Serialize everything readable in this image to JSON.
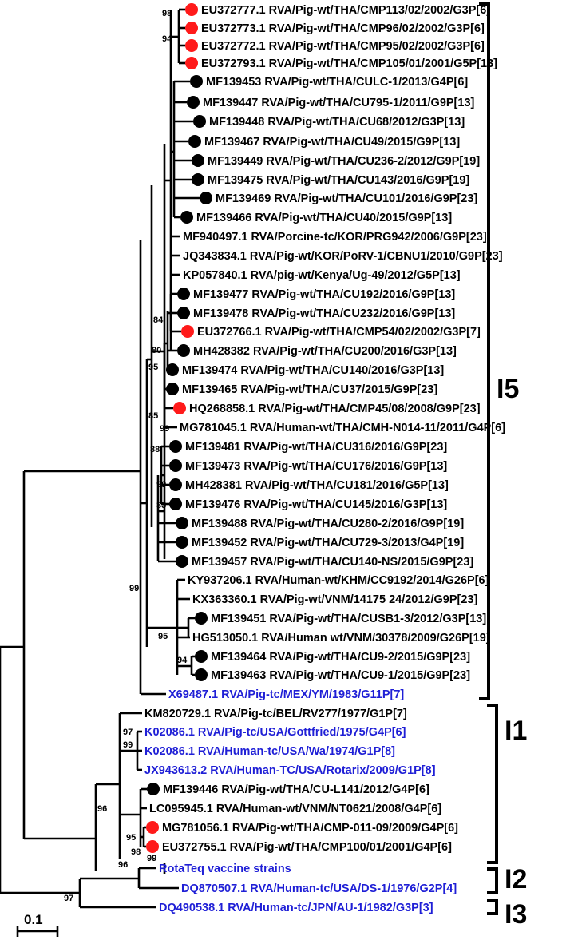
{
  "taxa": [
    {
      "label": "EU372777.1 RVA/Pig-wt/THA/CMP113/02/2002/G3P[6]",
      "marker": "red",
      "color": "black"
    },
    {
      "label": "EU372773.1 RVA/Pig-wt/THA/CMP96/02/2002/G3P[6]",
      "marker": "red",
      "color": "black"
    },
    {
      "label": "EU372772.1 RVA/Pig-wt/THA/CMP95/02/2002/G3P[6]",
      "marker": "red",
      "color": "black"
    },
    {
      "label": "EU372793.1 RVA/Pig-wt/THA/CMP105/01/2001/G5P[13]",
      "marker": "red",
      "color": "black"
    },
    {
      "label": "MF139453 RVA/Pig-wt/THA/CULC-1/2013/G4P[6]",
      "marker": "black",
      "color": "black"
    },
    {
      "label": "MF139447 RVA/Pig-wt/THA/CU795-1/2011/G9P[13]",
      "marker": "black",
      "color": "black"
    },
    {
      "label": "MF139448 RVA/Pig-wt/THA/CU68/2012/G3P[13]",
      "marker": "black",
      "color": "black"
    },
    {
      "label": "MF139467 RVA/Pig-wt/THA/CU49/2015/G9P[13]",
      "marker": "black",
      "color": "black"
    },
    {
      "label": "MF139449 RVA/Pig-wt/THA/CU236-2/2012/G9P[19]",
      "marker": "black",
      "color": "black"
    },
    {
      "label": "MF139475 RVA/Pig-wt/THA/CU143/2016/G9P[19]",
      "marker": "black",
      "color": "black"
    },
    {
      "label": "MF139469 RVA/Pig-wt/THA/CU101/2016/G9P[23]",
      "marker": "black",
      "color": "black"
    },
    {
      "label": "MF139466 RVA/Pig-wt/THA/CU40/2015/G9P[13]",
      "marker": "black",
      "color": "black"
    },
    {
      "label": "MF940497.1 RVA/Porcine-tc/KOR/PRG942/2006/G9P[23]",
      "marker": "none",
      "color": "black"
    },
    {
      "label": "JQ343834.1 RVA/Pig-wt/KOR/PoRV-1/CBNU1/2010/G9P[23]",
      "marker": "none",
      "color": "black"
    },
    {
      "label": "KP057840.1 RVA/pig-wt/Kenya/Ug-49/2012/G5P[13]",
      "marker": "none",
      "color": "black"
    },
    {
      "label": "MF139477 RVA/Pig-wt/THA/CU192/2016/G9P[13]",
      "marker": "black",
      "color": "black"
    },
    {
      "label": "MF139478 RVA/Pig-wt/THA/CU232/2016/G9P[13]",
      "marker": "black",
      "color": "black"
    },
    {
      "label": "EU372766.1 RVA/Pig-wt/THA/CMP54/02/2002/G3P[7]",
      "marker": "red",
      "color": "black"
    },
    {
      "label": "MH428382 RVA/Pig-wt/THA/CU200/2016/G3P[13]",
      "marker": "black",
      "color": "black"
    },
    {
      "label": "MF139474 RVA/Pig-wt/THA/CU140/2016/G3P[13]",
      "marker": "black",
      "color": "black"
    },
    {
      "label": "MF139465 RVA/Pig-wt/THA/CU37/2015/G9P[23]",
      "marker": "black",
      "color": "black"
    },
    {
      "label": "HQ268858.1 RVA/Pig-wt/THA/CMP45/08/2008/G9P[23]",
      "marker": "red",
      "color": "black"
    },
    {
      "label": "MG781045.1 RVA/Human-wt/THA/CMH-N014-11/2011/G4P[6]",
      "marker": "none",
      "color": "black"
    },
    {
      "label": "MF139481 RVA/Pig-wt/THA/CU316/2016/G9P[23]",
      "marker": "black",
      "color": "black"
    },
    {
      "label": "MF139473 RVA/Pig-wt/THA/CU176/2016/G9P[13]",
      "marker": "black",
      "color": "black"
    },
    {
      "label": "MH428381 RVA/Pig-wt/THA/CU181/2016/G5P[13]",
      "marker": "black",
      "color": "black"
    },
    {
      "label": "MF139476 RVA/Pig-wt/THA/CU145/2016/G3P[13]",
      "marker": "black",
      "color": "black"
    },
    {
      "label": "MF139488 RVA/Pig-wt/THA/CU280-2/2016/G9P[19]",
      "marker": "black",
      "color": "black"
    },
    {
      "label": "MF139452 RVA/Pig-wt/THA/CU729-3/2013/G4P[19]",
      "marker": "black",
      "color": "black"
    },
    {
      "label": "MF139457 RVA/Pig-wt/THA/CU140-NS/2015/G9P[23]",
      "marker": "black",
      "color": "black"
    },
    {
      "label": "KY937206.1 RVA/Human-wt/KHM/CC9192/2014/G26P[6]",
      "marker": "none",
      "color": "black"
    },
    {
      "label": "KX363360.1 RVA/Pig-wt/VNM/14175 24/2012/G9P[23]",
      "marker": "none",
      "color": "black"
    },
    {
      "label": "MF139451 RVA/Pig-wt/THA/CUSB1-3/2012/G3P[13]",
      "marker": "black",
      "color": "black"
    },
    {
      "label": "HG513050.1 RVA/Human wt/VNM/30378/2009/G26P[19]",
      "marker": "none",
      "color": "black"
    },
    {
      "label": "MF139464 RVA/Pig-wt/THA/CU9-2/2015/G9P[23]",
      "marker": "black",
      "color": "black"
    },
    {
      "label": "MF139463 RVA/Pig-wt/THA/CU9-1/2015/G9P[23]",
      "marker": "black",
      "color": "black"
    },
    {
      "label": "X69487.1 RVA/Pig-tc/MEX/YM/1983/G11P[7]",
      "marker": "none",
      "color": "blue"
    },
    {
      "label": "KM820729.1 RVA/Pig-tc/BEL/RV277/1977/G1P[7]",
      "marker": "none",
      "color": "black"
    },
    {
      "label": "K02086.1 RVA/Pig-tc/USA/Gottfried/1975/G4P[6]",
      "marker": "none",
      "color": "blue"
    },
    {
      "label": "K02086.1 RVA/Human-tc/USA/Wa/1974/G1P[8]",
      "marker": "none",
      "color": "blue"
    },
    {
      "label": "JX943613.2 RVA/Human-TC/USA/Rotarix/2009/G1P[8]",
      "marker": "none",
      "color": "blue"
    },
    {
      "label": "MF139446 RVA/Pig-wt/THA/CU-L141/2012/G4P[6]",
      "marker": "black",
      "color": "black"
    },
    {
      "label": "LC095945.1 RVA/Human-wt/VNM/NT0621/2008/G4P[6]",
      "marker": "none",
      "color": "black"
    },
    {
      "label": "MG781056.1 RVA/Pig-wt/THA/CMP-011-09/2009/G4P[6]",
      "marker": "red",
      "color": "black"
    },
    {
      "label": "EU372755.1 RVA/Pig-wt/THA/CMP100/01/2001/G4P[6]",
      "marker": "red",
      "color": "black"
    },
    {
      "label": "RotaTeq vaccine strains",
      "marker": "none",
      "color": "blue"
    },
    {
      "label": "DQ870507.1 RVA/Human-tc/USA/DS-1/1976/G2P[4]",
      "marker": "none",
      "color": "blue"
    },
    {
      "label": "DQ490538.1 RVA/Human-tc/JPN/AU-1/1982/G3P[3]",
      "marker": "none",
      "color": "blue"
    }
  ],
  "bootstrap": [
    "98",
    "94",
    "84",
    "80",
    "95",
    "85",
    "99",
    "88",
    "99",
    "85",
    "99",
    "95",
    "94",
    "97",
    "99",
    "96",
    "95",
    "98",
    "99",
    "96",
    "97"
  ],
  "clusters": [
    "I5",
    "I1",
    "I2",
    "I3"
  ],
  "scale_bar": {
    "label": "0.1"
  },
  "colors": {
    "marker_red": "#ff1a1a",
    "marker_black": "#000000",
    "label_blue": "#1f1fd6",
    "label_black": "#000000"
  }
}
